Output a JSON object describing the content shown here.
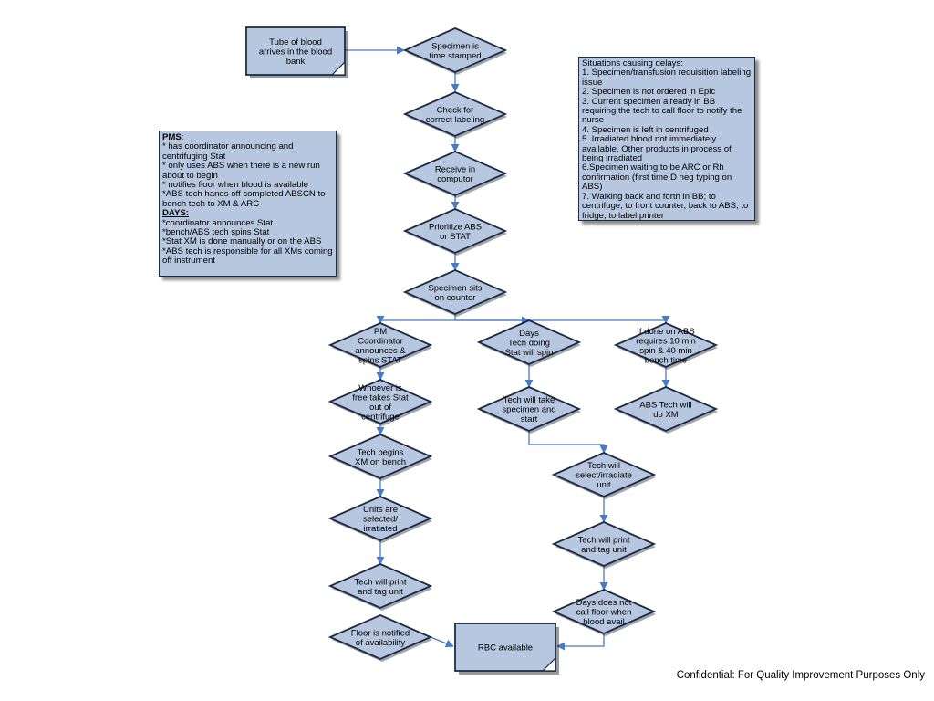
{
  "shapes": {
    "tube": {
      "lines": [
        "Tube of blood",
        "arrives in the blood",
        "bank"
      ]
    },
    "timestamped": {
      "lines": [
        "Specimen is",
        "time stamped"
      ]
    },
    "labeling": {
      "lines": [
        "Check for",
        "correct labeling"
      ]
    },
    "receive": {
      "lines": [
        "Receive in",
        "computor"
      ]
    },
    "prioritize": {
      "lines": [
        "Prioritize ABS",
        "or STAT"
      ]
    },
    "sits": {
      "lines": [
        "Specimen sits",
        "on counter"
      ]
    },
    "pm_coord": {
      "lines": [
        "PM",
        "Coordinator",
        "announces &",
        "spins STAT"
      ]
    },
    "days_tech": {
      "lines": [
        "Days",
        "Tech doing",
        "Stat will spin"
      ]
    },
    "abs_done": {
      "lines": [
        "If done on ABS",
        "requires 10 min",
        "spin & 40 min",
        "bench time"
      ]
    },
    "whoever": {
      "lines": [
        "Whoever is",
        "free takes Stat",
        "out of",
        "centrifuge"
      ]
    },
    "take_spec": {
      "lines": [
        "Tech will take",
        "specimen and",
        "start"
      ]
    },
    "abs_xm": {
      "lines": [
        "ABS Tech will",
        "do XM"
      ]
    },
    "begins_xm": {
      "lines": [
        "Tech begins",
        "XM on bench"
      ]
    },
    "select_irr": {
      "lines": [
        "Tech will",
        "select/irradiate",
        "unit"
      ]
    },
    "units_sel": {
      "lines": [
        "Units are",
        "selected/",
        "irratiated"
      ]
    },
    "print_right": {
      "lines": [
        "Tech will print",
        "and tag unit"
      ]
    },
    "print_left": {
      "lines": [
        "Tech will print",
        "and tag unit"
      ]
    },
    "days_no_call": {
      "lines": [
        "Days does not",
        "call floor when",
        "blood avail"
      ]
    },
    "floor_notified": {
      "lines": [
        "Floor is notified",
        "of availability"
      ]
    },
    "rbc": {
      "lines": [
        "RBC available"
      ]
    }
  },
  "notes": {
    "pms_days": {
      "pms_heading": "PMS",
      "pms_lines": [
        "* has coordinator announcing and centrifuging Stat",
        "* only uses ABS when there is a new run about to begin",
        "* notifies floor when blood is available",
        "*ABS tech hands off completed ABSCN to bench tech to XM & ARC"
      ],
      "days_heading": "DAYS:",
      "days_lines": [
        "*coordinator announces Stat",
        "*bench/ABS tech spins Stat",
        "*Stat XM is done manually or on the ABS",
        "*ABS tech is responsible for all XMs coming off instrument"
      ]
    },
    "delays": {
      "title": "Situations causing delays:",
      "items": [
        "1. Specimen/transfusion requisition labeling issue",
        "2. Specimen is not ordered in Epic",
        "3. Current specimen already in BB requiring the tech to call floor to notify the nurse",
        "4. Specimen is left in centrifuged",
        "5. Irradiated blood not immediately available. Other products in process of being irradiated",
        "6.Specimen waiting to be ARC or Rh confirmation (first time D neg typing on ABS)",
        "7. Walking back and forth in BB; to centrifuge, to front counter, back  to ABS, to fridge, to label printer"
      ]
    }
  },
  "footer": "Confidential: For Quality Improvement Purposes Only",
  "colors": {
    "shape_fill": "#b7c7e0",
    "shape_stroke": "#1c2b45",
    "connector": "#4a7ac0",
    "shadow": "#000000"
  }
}
